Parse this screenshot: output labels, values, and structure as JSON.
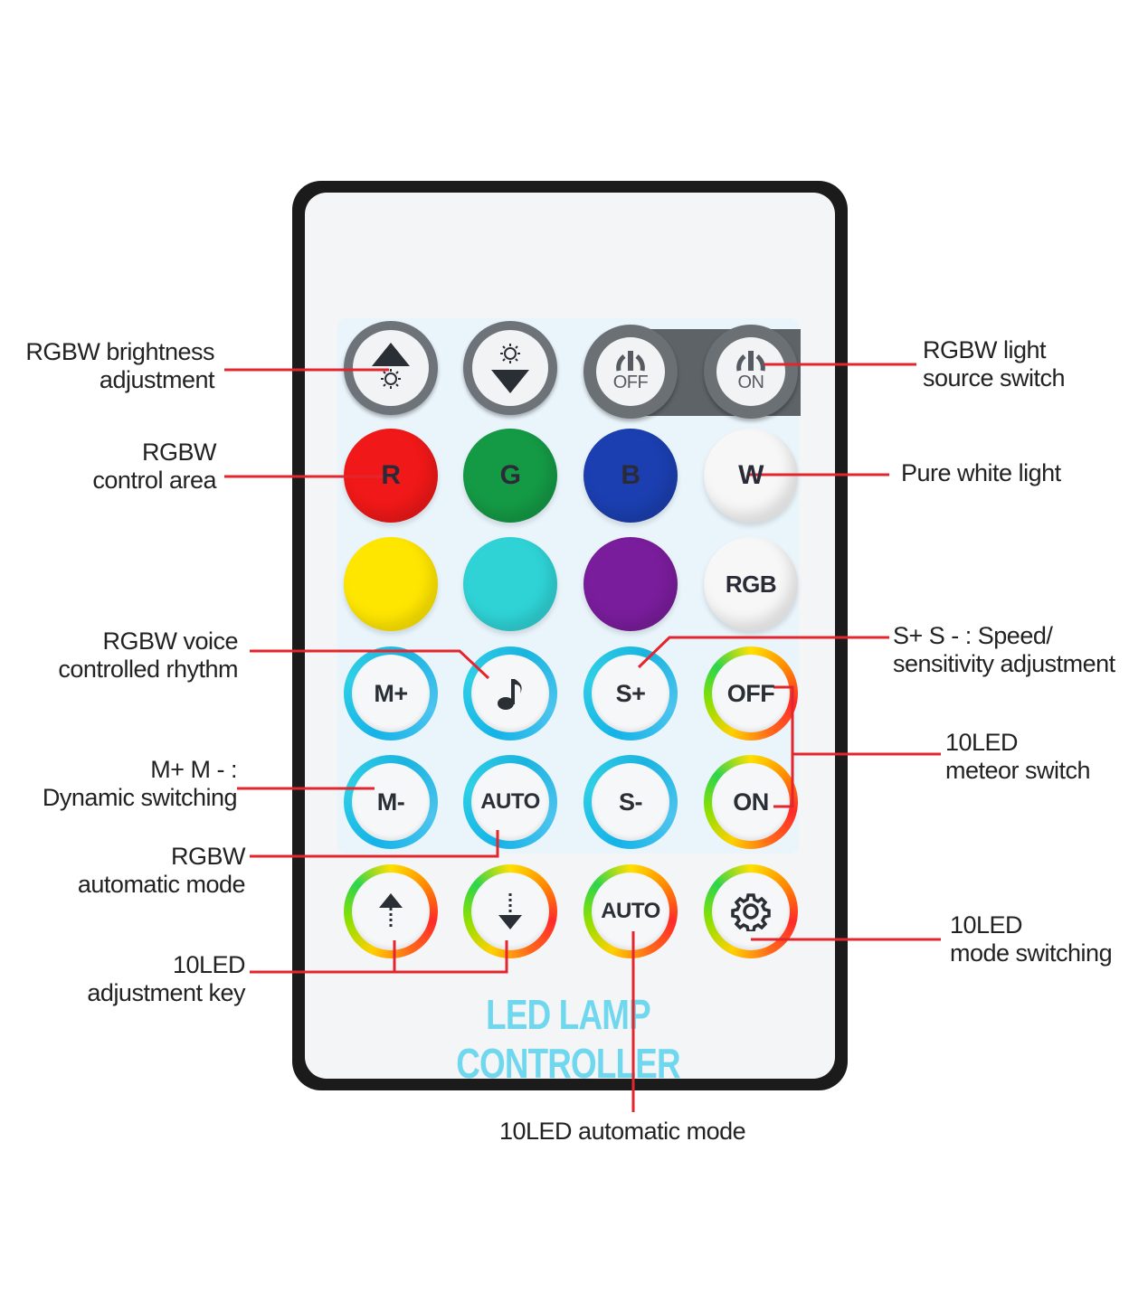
{
  "remote": {
    "brand_text": "LED LAMP CONTROLLER",
    "body_color": "#1b1b1b",
    "face_color": "#f4f5f7"
  },
  "buttons": {
    "brightness_up_icon": "arrow-up-sun-icon",
    "brightness_down_icon": "arrow-down-sun-icon",
    "off": "OFF",
    "on": "ON",
    "r": "R",
    "g": "G",
    "b": "B",
    "w": "W",
    "yellow_color": "#ffe600",
    "cyan_color": "#2fd3d6",
    "purple_color": "#7a1d9c",
    "rgb": "RGB",
    "m_plus": "M+",
    "music_icon": "music-note-icon",
    "s_plus": "S+",
    "meteor_off": "OFF",
    "m_minus": "M-",
    "auto": "AUTO",
    "s_minus": "S-",
    "meteor_on": "ON",
    "led_up_icon": "arrow-up-icon",
    "led_down_icon": "arrow-down-icon",
    "led_auto": "AUTO",
    "mode_icon": "gear-icon"
  },
  "colors": {
    "red": "#f01818",
    "green": "#149a45",
    "blue": "#1b3fb0",
    "white": "#f7f7f7",
    "callout_line": "#e3262e"
  },
  "callouts": {
    "brightness": [
      "RGBW brightness",
      "adjustment"
    ],
    "light_switch": [
      "RGBW light",
      "source switch"
    ],
    "control_area": [
      "RGBW",
      "control area"
    ],
    "pure_white": [
      "Pure white light"
    ],
    "voice_rhythm": [
      "RGBW voice",
      "controlled rhythm"
    ],
    "speed": [
      "S+  S - : Speed/",
      "sensitivity adjustment"
    ],
    "meteor_switch": [
      "10LED",
      "meteor switch"
    ],
    "dynamic_switching": [
      "M+  M - :",
      "Dynamic switching"
    ],
    "rgbw_auto": [
      "RGBW",
      "automatic mode"
    ],
    "led_adjust": [
      "10LED",
      "adjustment key"
    ],
    "mode_switching": [
      "10LED",
      "mode switching"
    ],
    "led_auto": [
      "10LED automatic mode"
    ]
  }
}
